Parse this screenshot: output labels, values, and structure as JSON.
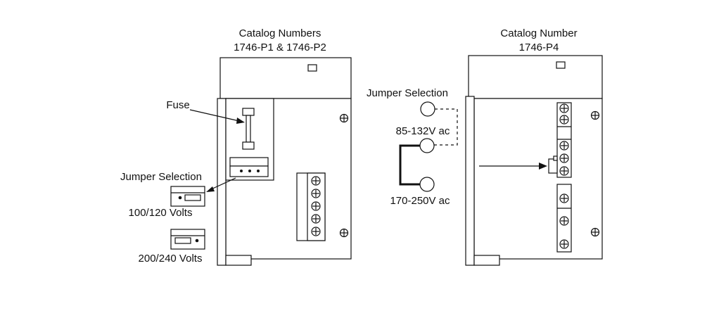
{
  "left": {
    "title_line1": "Catalog Numbers",
    "title_line2": "1746-P1 & 1746-P2",
    "fuse_label": "Fuse",
    "jumper_label": "Jumper Selection",
    "option1_label": "100/120 Volts",
    "option2_label": "200/240 Volts"
  },
  "right": {
    "title_line1": "Catalog Number",
    "title_line2": "1746-P4",
    "jumper_label": "Jumper Selection",
    "low_range_label": "85-132V ac",
    "high_range_label": "170-250V ac"
  },
  "icons": {
    "screw": "circle-plus",
    "dot": "filled-circle"
  },
  "colors": {
    "line": "#111111",
    "background": "#ffffff"
  }
}
